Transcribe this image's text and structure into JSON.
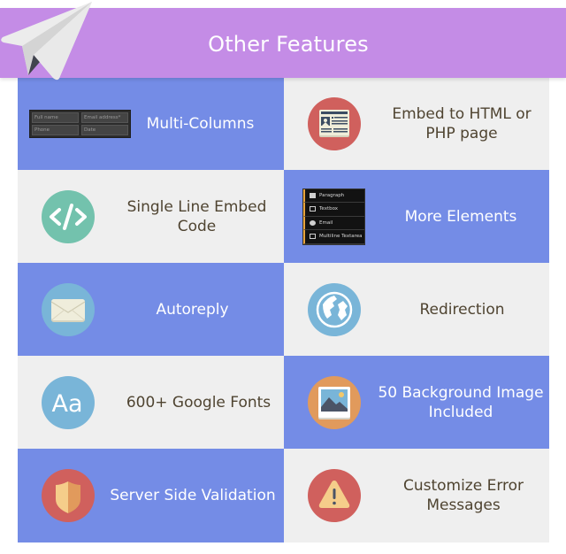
{
  "header": {
    "title": "Other Features",
    "background": "#c48ce6",
    "icon": "paper-plane-icon"
  },
  "colors": {
    "blue_cell": "#748ce6",
    "gray_cell": "#efefef",
    "dark_text": "#4f4431",
    "light_text": "#ffffff"
  },
  "features": [
    {
      "label": "Multi-Columns",
      "icon": "multi-column-form-preview",
      "preview_fields": [
        "Full name",
        "Email address*",
        "Phone",
        "Date"
      ]
    },
    {
      "label": "Embed to HTML or PHP page",
      "line1": "Embed to HTML or",
      "line2": "PHP page",
      "icon": "webpage-icon",
      "icon_color": "#d0605d"
    },
    {
      "label": "Single Line Embed Code",
      "line1": "Single Line Embed",
      "line2": "Code",
      "icon": "code-icon",
      "icon_color": "#73c2ad"
    },
    {
      "label": "More Elements",
      "icon": "elements-list-preview",
      "preview_items": [
        "Paragraph",
        "Textbox",
        "Email",
        "Multiline Textarea"
      ]
    },
    {
      "label": "Autoreply",
      "icon": "envelope-icon",
      "icon_color": "#79b5d8"
    },
    {
      "label": "Redirection",
      "icon": "globe-icon",
      "icon_color": "#79b5d8"
    },
    {
      "label": "600+ Google Fonts",
      "icon": "font-icon",
      "icon_glyph": "Aa",
      "icon_color": "#79b5d8"
    },
    {
      "label": "50 Background Image Included",
      "line1": "50 Background Image",
      "line2": "Included",
      "icon": "image-icon",
      "icon_color": "#e19a5c"
    },
    {
      "label": "Server Side Validation",
      "icon": "shield-icon",
      "icon_color": "#d0605d"
    },
    {
      "label": "Customize Error Messages",
      "line1": "Customize Error",
      "line2": "Messages",
      "icon": "warning-icon",
      "icon_color": "#d0605d"
    }
  ]
}
